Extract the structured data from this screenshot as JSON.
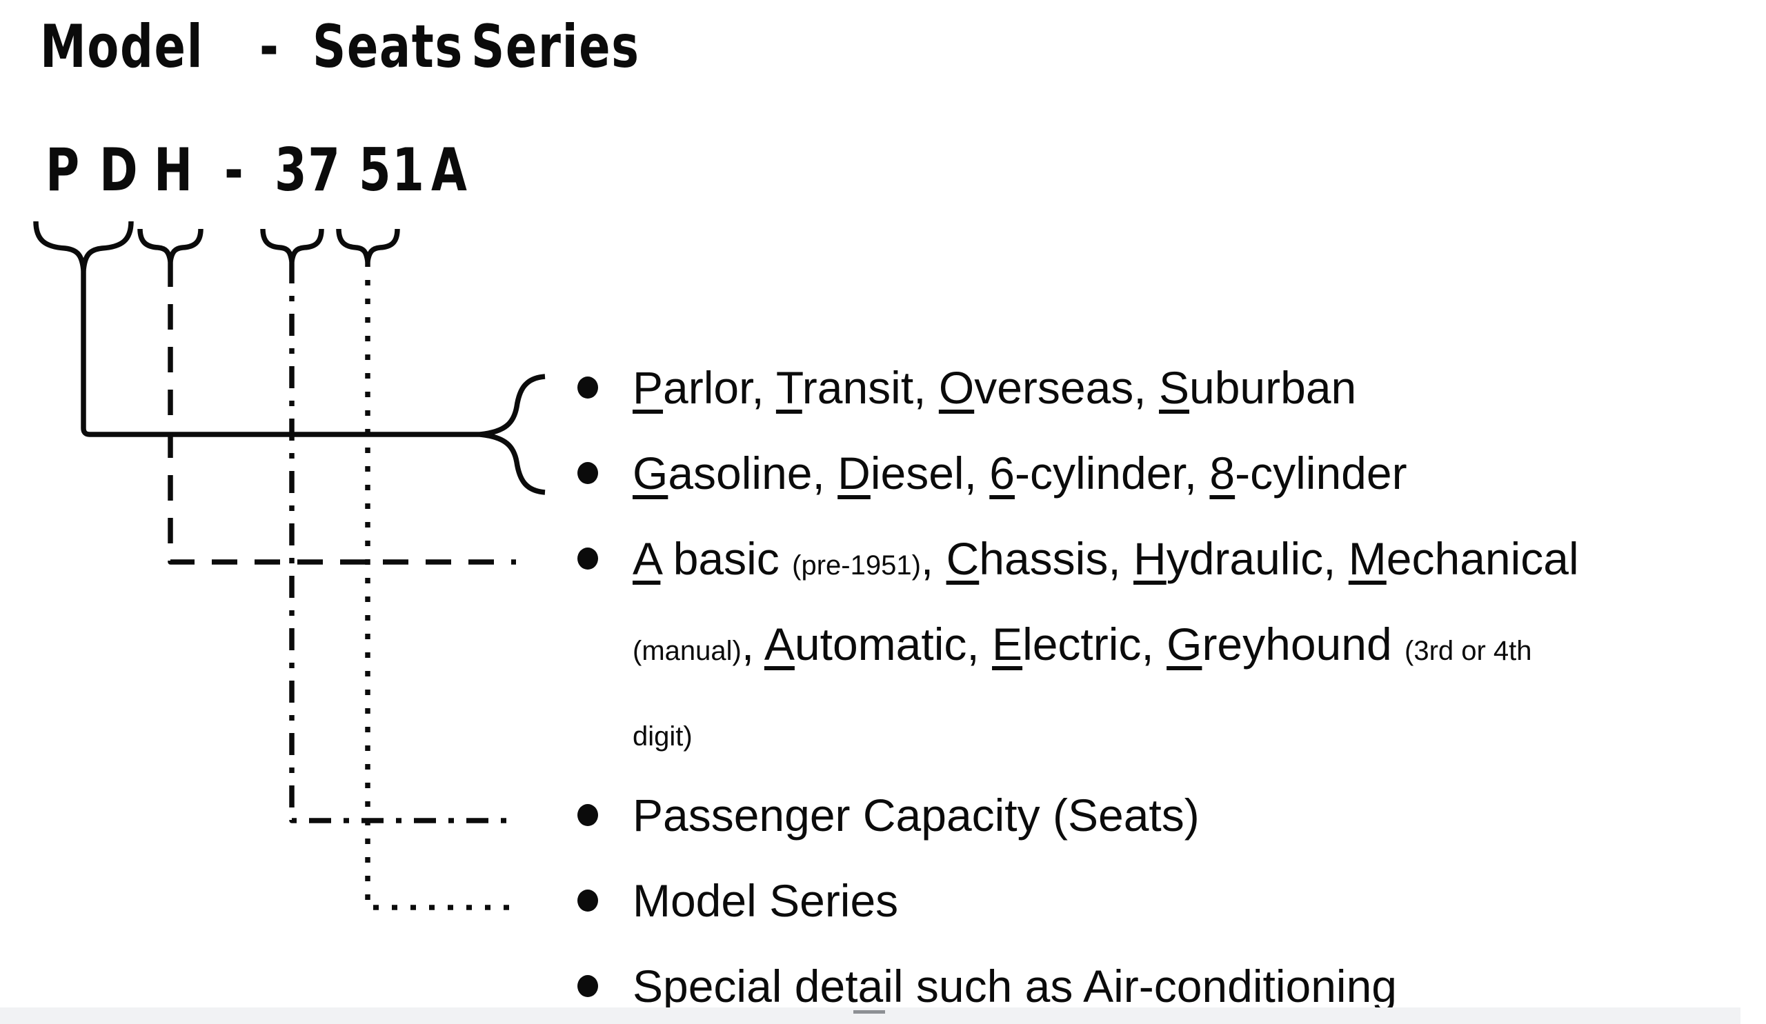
{
  "title": {
    "model_label": "Model",
    "separator": "-",
    "seats_label": "Seats",
    "series_label": "Series"
  },
  "model_code": {
    "tokens": [
      "P",
      "D",
      "H",
      "-",
      "37",
      "51",
      "A"
    ]
  },
  "bullets": [
    {
      "connector": "solid-brace",
      "lines": [
        [
          {
            "k": "u",
            "t": "P"
          },
          {
            "k": "n",
            "t": "arlor, "
          },
          {
            "k": "u",
            "t": "T"
          },
          {
            "k": "n",
            "t": "ransit, "
          },
          {
            "k": "u",
            "t": "O"
          },
          {
            "k": "n",
            "t": "verseas, "
          },
          {
            "k": "u",
            "t": "S"
          },
          {
            "k": "n",
            "t": "uburban"
          }
        ]
      ]
    },
    {
      "connector": "solid-brace",
      "lines": [
        [
          {
            "k": "u",
            "t": "G"
          },
          {
            "k": "n",
            "t": "asoline, "
          },
          {
            "k": "u",
            "t": "D"
          },
          {
            "k": "n",
            "t": "iesel, "
          },
          {
            "k": "u",
            "t": "6"
          },
          {
            "k": "n",
            "t": "-cylinder, "
          },
          {
            "k": "u",
            "t": "8"
          },
          {
            "k": "n",
            "t": "-cylinder"
          }
        ]
      ]
    },
    {
      "connector": "dashed",
      "lines": [
        [
          {
            "k": "u",
            "t": "A"
          },
          {
            "k": "n",
            "t": " basic "
          },
          {
            "k": "s",
            "t": "(pre-1951)"
          },
          {
            "k": "n",
            "t": ", "
          },
          {
            "k": "u",
            "t": "C"
          },
          {
            "k": "n",
            "t": "hassis, "
          },
          {
            "k": "u",
            "t": "H"
          },
          {
            "k": "n",
            "t": "ydraulic, "
          },
          {
            "k": "u",
            "t": "M"
          },
          {
            "k": "n",
            "t": "echanical"
          }
        ],
        [
          {
            "k": "s",
            "t": "(manual)"
          },
          {
            "k": "n",
            "t": ", "
          },
          {
            "k": "u",
            "t": "A"
          },
          {
            "k": "n",
            "t": "utomatic, "
          },
          {
            "k": "u",
            "t": "E"
          },
          {
            "k": "n",
            "t": "lectric, "
          },
          {
            "k": "u",
            "t": "G"
          },
          {
            "k": "n",
            "t": "reyhound "
          },
          {
            "k": "s",
            "t": "(3rd or 4th"
          }
        ],
        [
          {
            "k": "s",
            "t": "digit)"
          }
        ]
      ]
    },
    {
      "connector": "dash-dot",
      "lines": [
        [
          {
            "k": "n",
            "t": "Passenger Capacity (Seats)"
          }
        ]
      ]
    },
    {
      "connector": "dotted",
      "lines": [
        [
          {
            "k": "n",
            "t": "Model Series"
          }
        ]
      ]
    },
    {
      "connector": "none",
      "lines": [
        [
          {
            "k": "n",
            "t": "Special detail such as "
          },
          {
            "k": "u",
            "t": "A"
          },
          {
            "k": "n",
            "t": "ir-conditioning"
          }
        ]
      ]
    }
  ],
  "footer": {
    "strip_color": "#f1f2f4",
    "remnant_dash_color": "#8d9094"
  },
  "colors": {
    "ink": "#0b0b0b",
    "background": "#ffffff"
  }
}
